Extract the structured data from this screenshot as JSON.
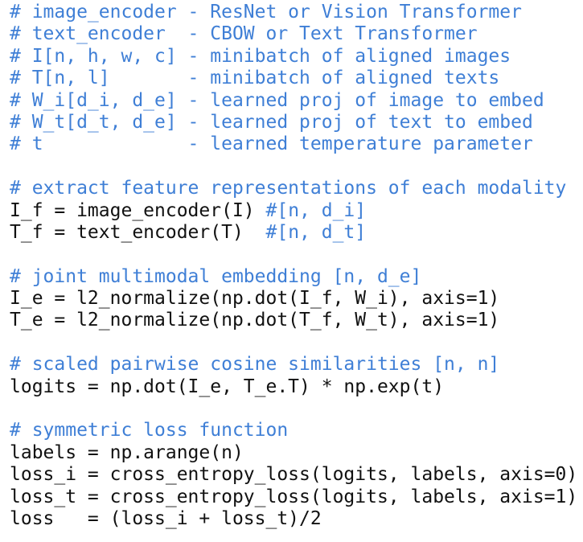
{
  "code": {
    "lines": [
      {
        "type": "comment",
        "text": "# image_encoder - ResNet or Vision Transformer"
      },
      {
        "type": "comment",
        "text": "# text_encoder  - CBOW or Text Transformer"
      },
      {
        "type": "comment",
        "text": "# I[n, h, w, c] - minibatch of aligned images"
      },
      {
        "type": "comment",
        "text": "# T[n, l]       - minibatch of aligned texts"
      },
      {
        "type": "comment",
        "text": "# W_i[d_i, d_e] - learned proj of image to embed"
      },
      {
        "type": "comment",
        "text": "# W_t[d_t, d_e] - learned proj of text to embed"
      },
      {
        "type": "comment",
        "text": "# t             - learned temperature parameter"
      },
      {
        "type": "blank",
        "text": ""
      },
      {
        "type": "comment",
        "text": "# extract feature representations of each modality"
      },
      {
        "type": "code",
        "text": "I_f = image_encoder(I) ",
        "trailing_comment": "#[n, d_i]"
      },
      {
        "type": "code",
        "text": "T_f = text_encoder(T)  ",
        "trailing_comment": "#[n, d_t]"
      },
      {
        "type": "blank",
        "text": ""
      },
      {
        "type": "comment",
        "text": "# joint multimodal embedding [n, d_e]"
      },
      {
        "type": "code",
        "text": "I_e = l2_normalize(np.dot(I_f, W_i), axis=1)"
      },
      {
        "type": "code",
        "text": "T_e = l2_normalize(np.dot(T_f, W_t), axis=1)"
      },
      {
        "type": "blank",
        "text": ""
      },
      {
        "type": "comment",
        "text": "# scaled pairwise cosine similarities [n, n]"
      },
      {
        "type": "code",
        "text": "logits = np.dot(I_e, T_e.T) * np.exp(t)"
      },
      {
        "type": "blank",
        "text": ""
      },
      {
        "type": "comment",
        "text": "# symmetric loss function"
      },
      {
        "type": "code",
        "text": "labels = np.arange(n)"
      },
      {
        "type": "code",
        "text": "loss_i = cross_entropy_loss(logits, labels, axis=0)"
      },
      {
        "type": "code",
        "text": "loss_t = cross_entropy_loss(logits, labels, axis=1)"
      },
      {
        "type": "code",
        "text": "loss   = (loss_i + loss_t)/2"
      }
    ]
  },
  "colors": {
    "comment": "#3f7fd6",
    "code": "#111111",
    "background": "#ffffff"
  }
}
